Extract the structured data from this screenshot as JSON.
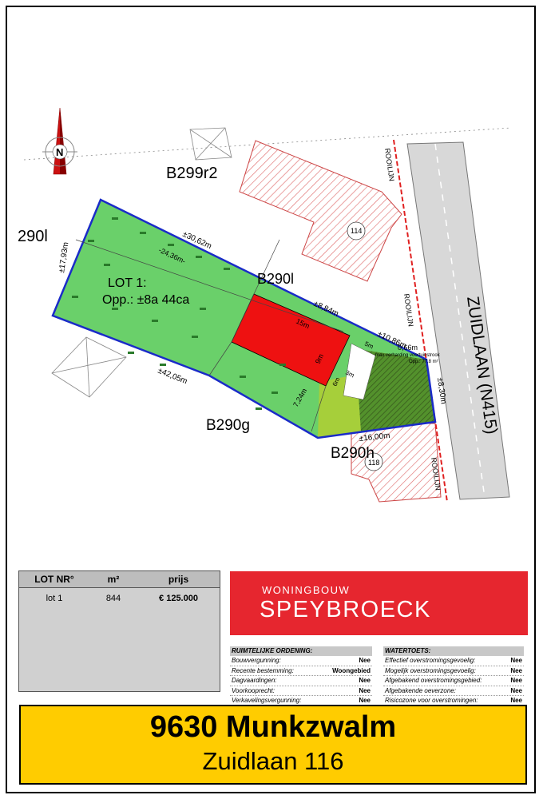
{
  "map": {
    "north_letter": "N",
    "parcels": {
      "b299r2": "B299r2",
      "b290l_left": "290l",
      "b290l": "B290l",
      "b290g": "B290g",
      "b290h": "B290h"
    },
    "lot_title": "LOT 1:",
    "lot_area": "Opp.: ±8a 44ca",
    "house_numbers": {
      "n114": "114",
      "n118": "118"
    },
    "rooilijn": "ROOILIJN",
    "road": "ZUIDLAAN (N415)",
    "dimensions": {
      "d1793": "±17,93m",
      "d3062": "±30,62m",
      "d2436": "-24,36m-",
      "d884": "±8,84m",
      "d1086": "±10,86m",
      "d066": "0,66m",
      "d830": "±8,30m",
      "d4205": "±42,05m",
      "d724": "7,24m",
      "d1600": "±16,00m",
      "d15": "15m",
      "d9": "9m",
      "d5": "5m",
      "d3": "3m",
      "d6": "6m"
    },
    "paving_note": "max verharding voortuinstrook",
    "paving_area": "Opp.: 77,8 m²"
  },
  "price_table": {
    "headers": [
      "LOT NR°",
      "m²",
      "prijs"
    ],
    "rows": [
      {
        "lot": "lot 1",
        "area": "844",
        "price": "€ 125.000"
      }
    ]
  },
  "brand": {
    "top": "WONINGBOUW",
    "name": "SPEYBROECK",
    "color": "#e6262f"
  },
  "ruimtelijke_ordening": {
    "title": "RUIMTELIJKE ORDENING:",
    "rows": [
      {
        "label": "Bouwvergunning:",
        "value": "Nee"
      },
      {
        "label": "Recente bestemming:",
        "value": "Woongebied"
      },
      {
        "label": "Dagvaardingen:",
        "value": "Nee"
      },
      {
        "label": "Voorkooprecht:",
        "value": "Nee"
      },
      {
        "label": "Verkavelingsvergunning:",
        "value": "Nee"
      }
    ]
  },
  "watertoets": {
    "title": "WATERTOETS:",
    "rows": [
      {
        "label": "Effectief overstromingsgevoelig:",
        "value": "Nee"
      },
      {
        "label": "Mogelijk overstromingsgevoelig:",
        "value": "Nee"
      },
      {
        "label": "Afgebakend overstromingsgebied:",
        "value": "Nee"
      },
      {
        "label": "Afgebakende oeverzone:",
        "value": "Nee"
      },
      {
        "label": "Risicozone voor overstromingen:",
        "value": "Nee"
      }
    ]
  },
  "address": {
    "city": "9630 Munkzwalm",
    "street": "Zuidlaan 116",
    "color": "#ffcc00"
  }
}
